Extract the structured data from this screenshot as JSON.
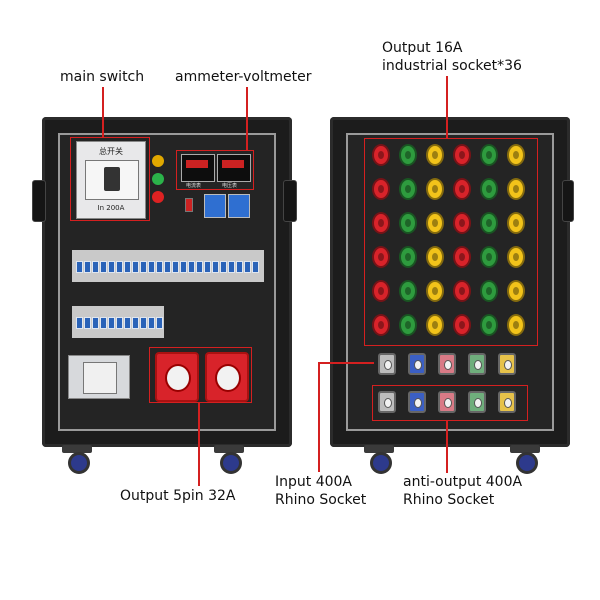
{
  "labels": {
    "main_switch": "main switch",
    "ammeter_voltmeter": "ammeter-voltmeter",
    "output_16a_line1": "Output 16A",
    "output_16a_line2": "industrial socket*36",
    "output_5pin_32a": "Output 5pin 32A",
    "input_400a_line1": "Input 400A",
    "input_400a_line2": "Rhino Socket",
    "anti_output_400a_line1": "anti-output 400A",
    "anti_output_400a_line2": "Rhino Socket"
  },
  "front_panel": {
    "main_switch_title": "总开关",
    "main_switch_rating": "In 200A",
    "meter_tag_left": "电流表",
    "meter_tag_right": "电压表"
  },
  "colors": {
    "callout": "#d42020",
    "socket_red": "#d8232a",
    "socket_green": "#2e9b3e",
    "socket_yellow": "#f2c31a",
    "socket_blue": "#2f6fd1",
    "rhino_gray": "#bdbdbd",
    "rhino_blue": "#3b5fc4",
    "rhino_red": "#d97a86",
    "rhino_green": "#6fae7c",
    "rhino_yellow": "#e6c24a"
  },
  "socket_grid_colors": [
    "red",
    "green",
    "yellow",
    "red",
    "green",
    "yellow"
  ],
  "rhino_row_colors": [
    "gray",
    "blue",
    "red",
    "green",
    "yellow"
  ]
}
